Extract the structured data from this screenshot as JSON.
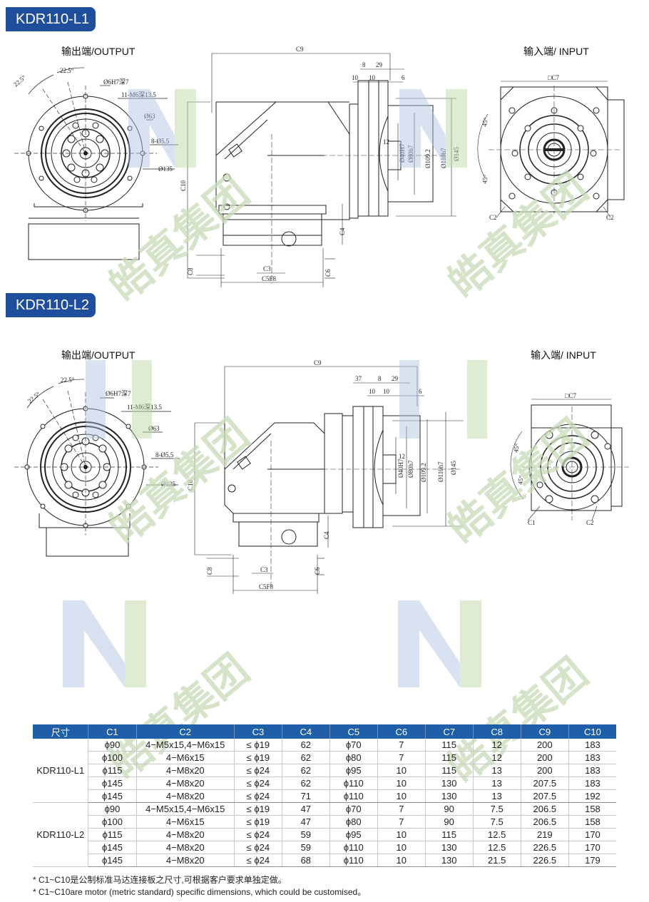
{
  "sections": [
    {
      "model": "KDR110-L1",
      "output_label": "输出端/OUTPUT",
      "input_label": "输入端/ INPUT",
      "output_dims": [
        "22.5°",
        "22.5°",
        "Ø6H7深7",
        "11-M6深13.5",
        "Ø63",
        "8-Ø5.5",
        "Ø135"
      ],
      "side_dims": [
        "C9",
        "8",
        "29",
        "10",
        "10",
        "6",
        "C10",
        "12",
        "Ø40H7",
        "Ø80h7",
        "Ø109.2",
        "Ø110h7",
        "Ø145",
        "C4",
        "C8",
        "C3",
        "C6",
        "C5F8"
      ],
      "input_dims": [
        "□C7",
        "45°",
        "45°",
        "C2",
        "C2"
      ]
    },
    {
      "model": "KDR110-L2",
      "output_label": "输出端/OUTPUT",
      "input_label": "输入端/ INPUT",
      "output_dims": [
        "22.5°",
        "22.5°",
        "Ø6H7深7",
        "11-M6深13.5",
        "Ø63",
        "8-Ø5.5",
        "Ø135"
      ],
      "side_dims": [
        "C9",
        "37",
        "8",
        "29",
        "10",
        "10",
        "6",
        "C10",
        "12",
        "Ø40H7",
        "Ø80h7",
        "Ø109.2",
        "Ø110h7",
        "Ø145",
        "C4",
        "C8",
        "C3",
        "C6",
        "C5F8"
      ],
      "input_dims": [
        "□C7",
        "45°",
        "45°",
        "C1",
        "C2"
      ]
    }
  ],
  "watermark_text": "皓真集团",
  "table": {
    "headers": [
      "尺寸",
      "C1",
      "C2",
      "C3",
      "C4",
      "C5",
      "C6",
      "C7",
      "C8",
      "C9",
      "C10"
    ],
    "groups": [
      {
        "model": "KDR110-L1",
        "rows": [
          [
            "ϕ90",
            "4−M5x15,4−M6x15",
            "≤ ϕ19",
            "62",
            "ϕ70",
            "7",
            "115",
            "12",
            "200",
            "183"
          ],
          [
            "ϕ100",
            "4−M6x15",
            "≤ ϕ19",
            "62",
            "ϕ80",
            "7",
            "115",
            "12",
            "200",
            "183"
          ],
          [
            "ϕ115",
            "4−M8x20",
            "≤ ϕ24",
            "62",
            "ϕ95",
            "10",
            "115",
            "13",
            "200",
            "183"
          ],
          [
            "ϕ145",
            "4−M8x20",
            "≤ ϕ24",
            "62",
            "ϕ110",
            "10",
            "130",
            "13",
            "207.5",
            "183"
          ],
          [
            "ϕ145",
            "4−M8x20",
            "≤ ϕ24",
            "71",
            "ϕ110",
            "10",
            "130",
            "13",
            "207.5",
            "192"
          ]
        ]
      },
      {
        "model": "KDR110-L2",
        "rows": [
          [
            "ϕ90",
            "4−M5x15,4−M6x15",
            "≤ ϕ19",
            "47",
            "ϕ70",
            "7",
            "90",
            "7.5",
            "206.5",
            "158"
          ],
          [
            "ϕ100",
            "4−M6x15",
            "≤ ϕ19",
            "47",
            "ϕ80",
            "7",
            "90",
            "7.5",
            "206.5",
            "158"
          ],
          [
            "ϕ115",
            "4−M8x20",
            "≤ ϕ24",
            "59",
            "ϕ95",
            "10",
            "115",
            "12.5",
            "219",
            "170"
          ],
          [
            "ϕ145",
            "4−M8x20",
            "≤ ϕ24",
            "59",
            "ϕ110",
            "10",
            "130",
            "12.5",
            "226.5",
            "170"
          ],
          [
            "ϕ145",
            "4−M8x20",
            "≤ ϕ24",
            "68",
            "ϕ110",
            "10",
            "130",
            "21.5",
            "226.5",
            "179"
          ]
        ]
      }
    ]
  },
  "notes": [
    "* C1~C10是公制标准马达连接板之尺寸,可根据客户要求单独定做。",
    "* C1~C10are motor (metric standard) specific dimensions, which could be customised。"
  ],
  "colors": {
    "badge": "#1f4f9c",
    "table_header": "#1f5ea9",
    "watermark_green": "#b9d7a0",
    "watermark_blue": "#aac0de"
  }
}
